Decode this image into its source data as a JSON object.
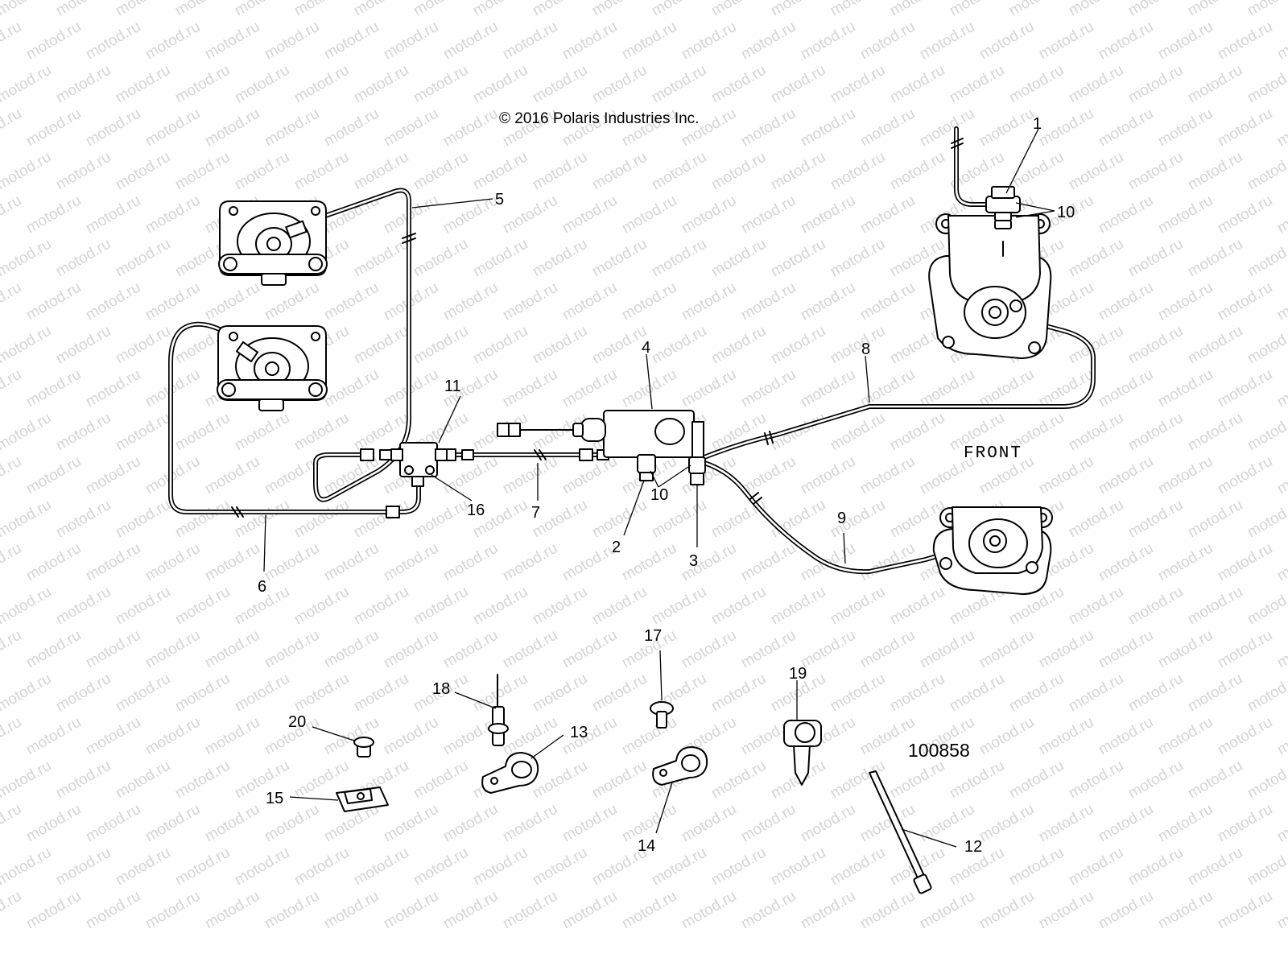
{
  "copyright": "© 2016 Polaris Industries Inc.",
  "front_label": "FRONT",
  "drawing_number": "100858",
  "watermark": "motod.ru",
  "callouts": [
    {
      "id": "c1",
      "text": "1"
    },
    {
      "id": "c10a",
      "text": "10"
    },
    {
      "id": "c5",
      "text": "5"
    },
    {
      "id": "c4",
      "text": "4"
    },
    {
      "id": "c8",
      "text": "8"
    },
    {
      "id": "c11",
      "text": "11"
    },
    {
      "id": "cfront",
      "text": "FRONT"
    },
    {
      "id": "c16",
      "text": "16"
    },
    {
      "id": "c7",
      "text": "7"
    },
    {
      "id": "c10b",
      "text": "10"
    },
    {
      "id": "c2",
      "text": "2"
    },
    {
      "id": "c3",
      "text": "3"
    },
    {
      "id": "c9",
      "text": "9"
    },
    {
      "id": "c6",
      "text": "6"
    },
    {
      "id": "c17",
      "text": "17"
    },
    {
      "id": "c18",
      "text": "18"
    },
    {
      "id": "c19",
      "text": "19"
    },
    {
      "id": "c20",
      "text": "20"
    },
    {
      "id": "c13",
      "text": "13"
    },
    {
      "id": "c15",
      "text": "15"
    },
    {
      "id": "c14",
      "text": "14"
    },
    {
      "id": "c12",
      "text": "12"
    }
  ]
}
